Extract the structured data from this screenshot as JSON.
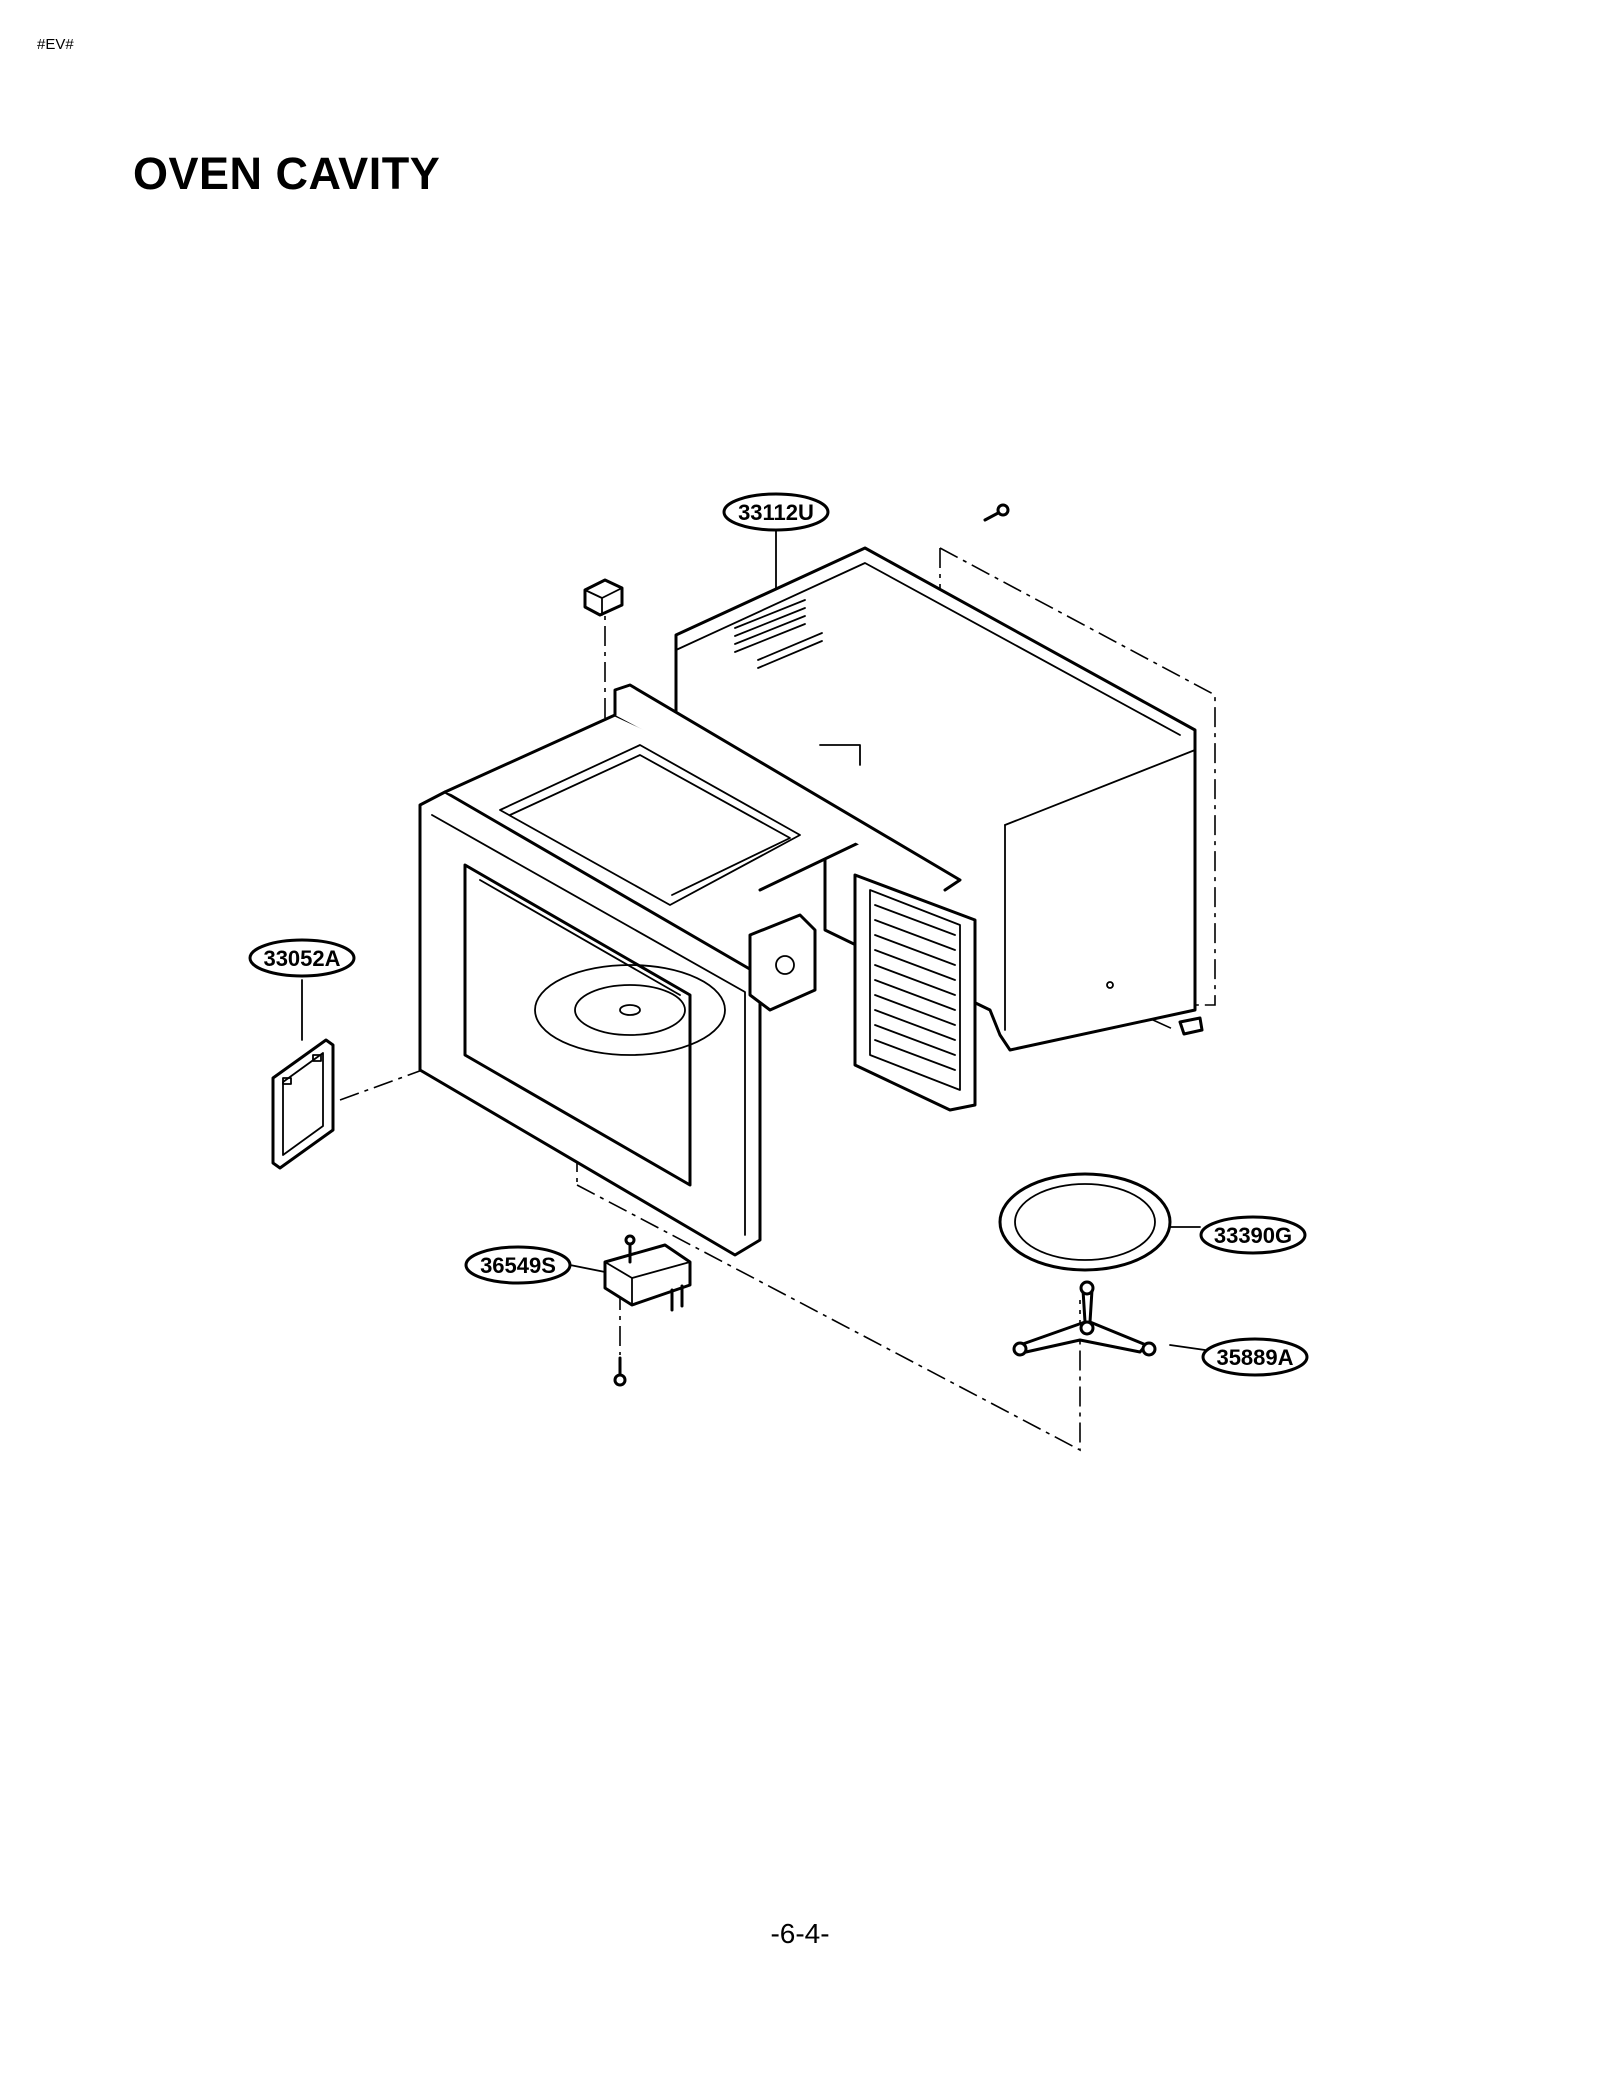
{
  "header": {
    "mark": "#EV#"
  },
  "title": "OVEN CAVITY",
  "part_labels": {
    "outer_case": "33112U",
    "cover": "33052A",
    "tray": "33390G",
    "motor": "36549S",
    "roller": "35889A"
  },
  "footer": {
    "page_number": "-6-4-"
  }
}
